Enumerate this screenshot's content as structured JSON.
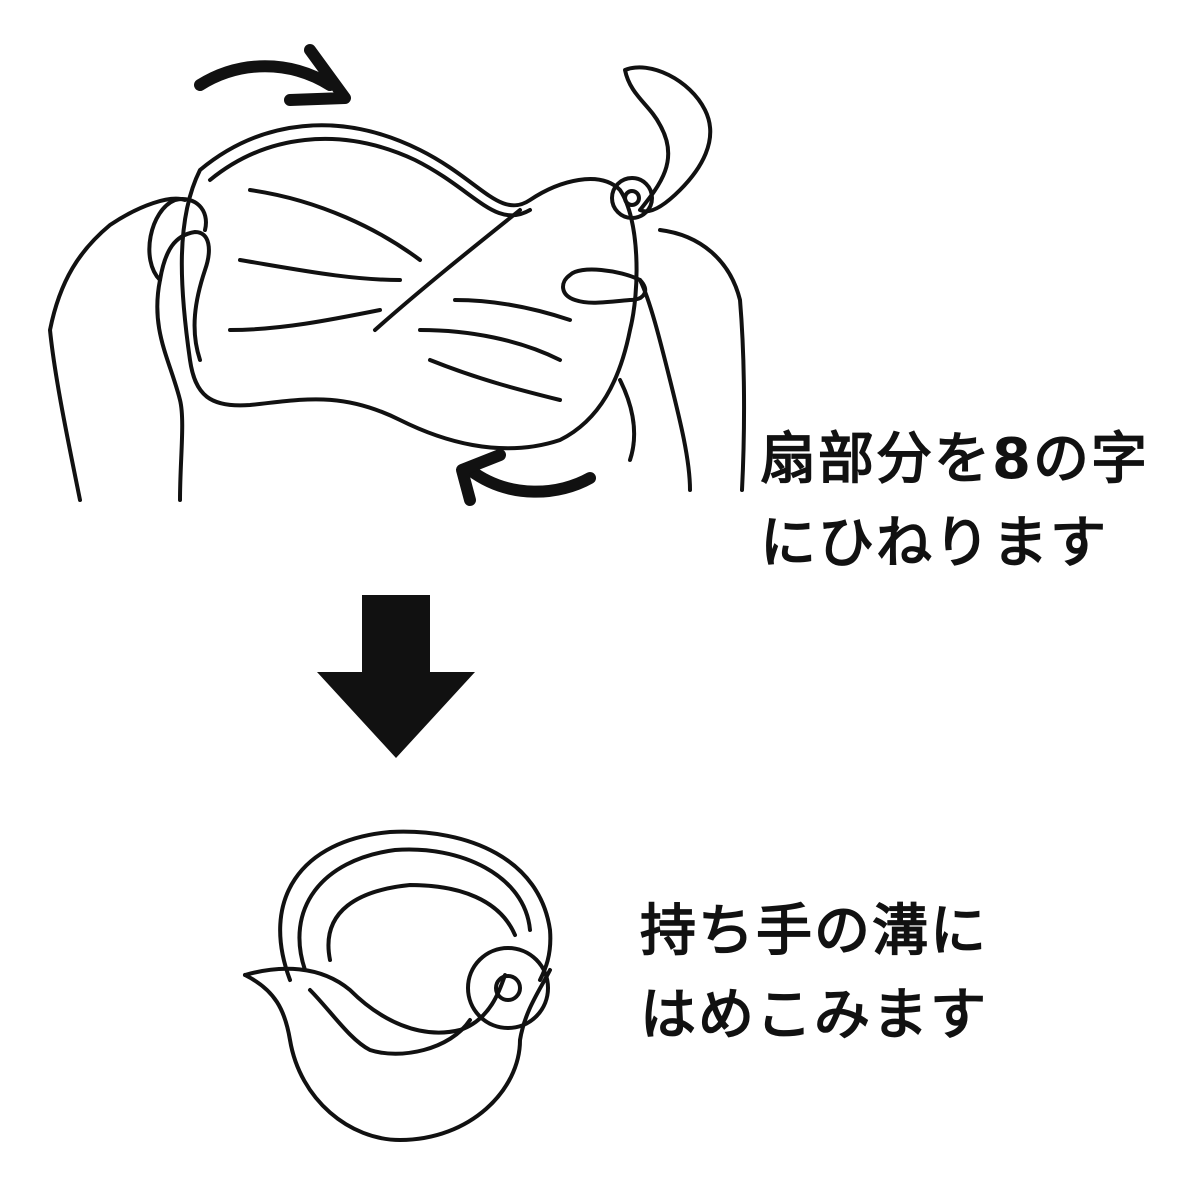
{
  "step1": {
    "lines": [
      "扇部分を8の字",
      "にひねります"
    ]
  },
  "step2": {
    "lines": [
      "持ち手の溝に",
      "はめこみます"
    ]
  },
  "colors": {
    "ink": "#111111",
    "background": "#ffffff"
  }
}
